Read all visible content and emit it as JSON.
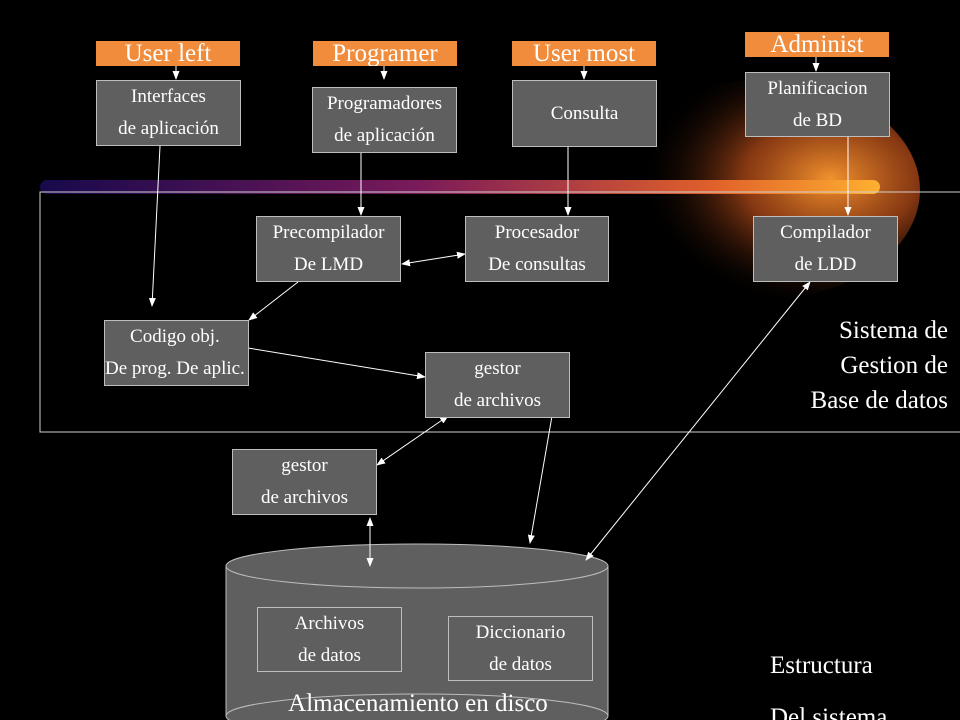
{
  "users": {
    "user_left": "User left",
    "programer": "Programer",
    "user_most": "User most",
    "administ": "Administ"
  },
  "nodes": {
    "interfaces": "Interfaces\n de aplicación",
    "programadores": "Programadores\nde aplicación",
    "consulta": "Consulta",
    "planificacion": "Planificacion\nde BD",
    "precompilador": "Precompilador\nDe LMD",
    "procesador": "Procesador\nDe consultas",
    "compilador": "Compilador\nde LDD",
    "codigo": "Codigo obj.\nDe prog. De aplic.",
    "gestor_inner": "gestor\nde archivos",
    "gestor_outer": "gestor\nde archivos",
    "archivos": "Archivos\n de datos",
    "diccionario": "Diccionario\nde datos"
  },
  "labels": {
    "system": "Sistema de\nGestion de\nBase de datos",
    "disk": "Almacenamiento  en disco",
    "caption": "Estructura\nDel sistema"
  },
  "colors": {
    "background": "#000000",
    "user_box": "#f08c3c",
    "node_box": "#5f5f5f",
    "line": "#ffffff"
  }
}
